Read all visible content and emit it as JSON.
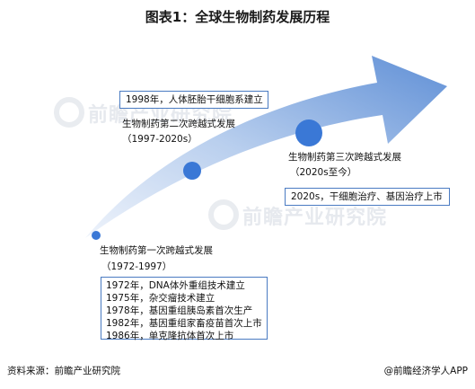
{
  "title": "图表1：全球生物制药发展历程",
  "watermark": {
    "text": "前瞻产业研究院"
  },
  "stages": [
    {
      "name": "生物制药第一次跨越式发展",
      "period": "（1972-1997）",
      "events": [
        "1972年，DNA体外重组技术建立",
        "1975年，杂交瘤技术建立",
        "1978年，基因重组胰岛素首次生产",
        "1982年，基因重组家畜疫苗首次上市",
        "1986年，单克隆抗体首次上市"
      ]
    },
    {
      "name": "生物制药第二次跨越式发展",
      "period": "（1997-2020s）",
      "events": [
        "1998年，人体胚胎干细胞系建立"
      ]
    },
    {
      "name": "生物制药第三次跨越式发展",
      "period": "（2020s至今）",
      "events": [
        "2020s，干细胞治疗、基因治疗上市"
      ]
    }
  ],
  "footer": {
    "source": "资料来源：前瞻产业研究院",
    "credit": "@前瞻经济学人APP"
  },
  "colors": {
    "arrow_light": "#eef3fb",
    "arrow_dark": "#5f8fd6",
    "dot": "#3a78d6",
    "box_border": "#4a7bc2"
  }
}
